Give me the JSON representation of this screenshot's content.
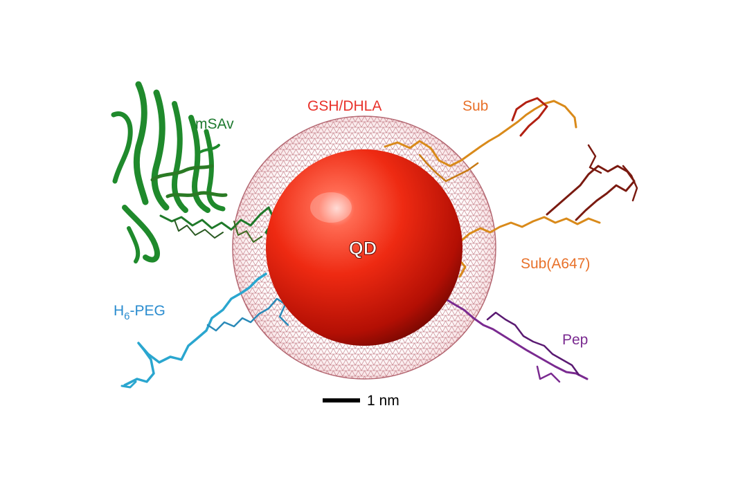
{
  "labels": {
    "qd": "QD",
    "shell": "GSH/DHLA",
    "msav": "mSAv",
    "sub": "Sub",
    "sub_a647": "Sub(A647)",
    "peg_prefix": "H",
    "peg_subscript": "6",
    "peg_suffix": "-PEG",
    "pep": "Pep",
    "scale_bar": "1 nm"
  },
  "colors": {
    "core": "#e21a0a",
    "shell_mesh": "#b85a66",
    "shell_label": "#e8312a",
    "msav": "#1f8a2c",
    "msav_label": "#1f7a30",
    "sub": "#d98a1a",
    "sub_label": "#e8712a",
    "sub_dark": "#a81e10",
    "peg": "#2aa6cf",
    "peg_label": "#2a8ccf",
    "pep": "#7a2a90",
    "scale_bar": "#000000"
  }
}
